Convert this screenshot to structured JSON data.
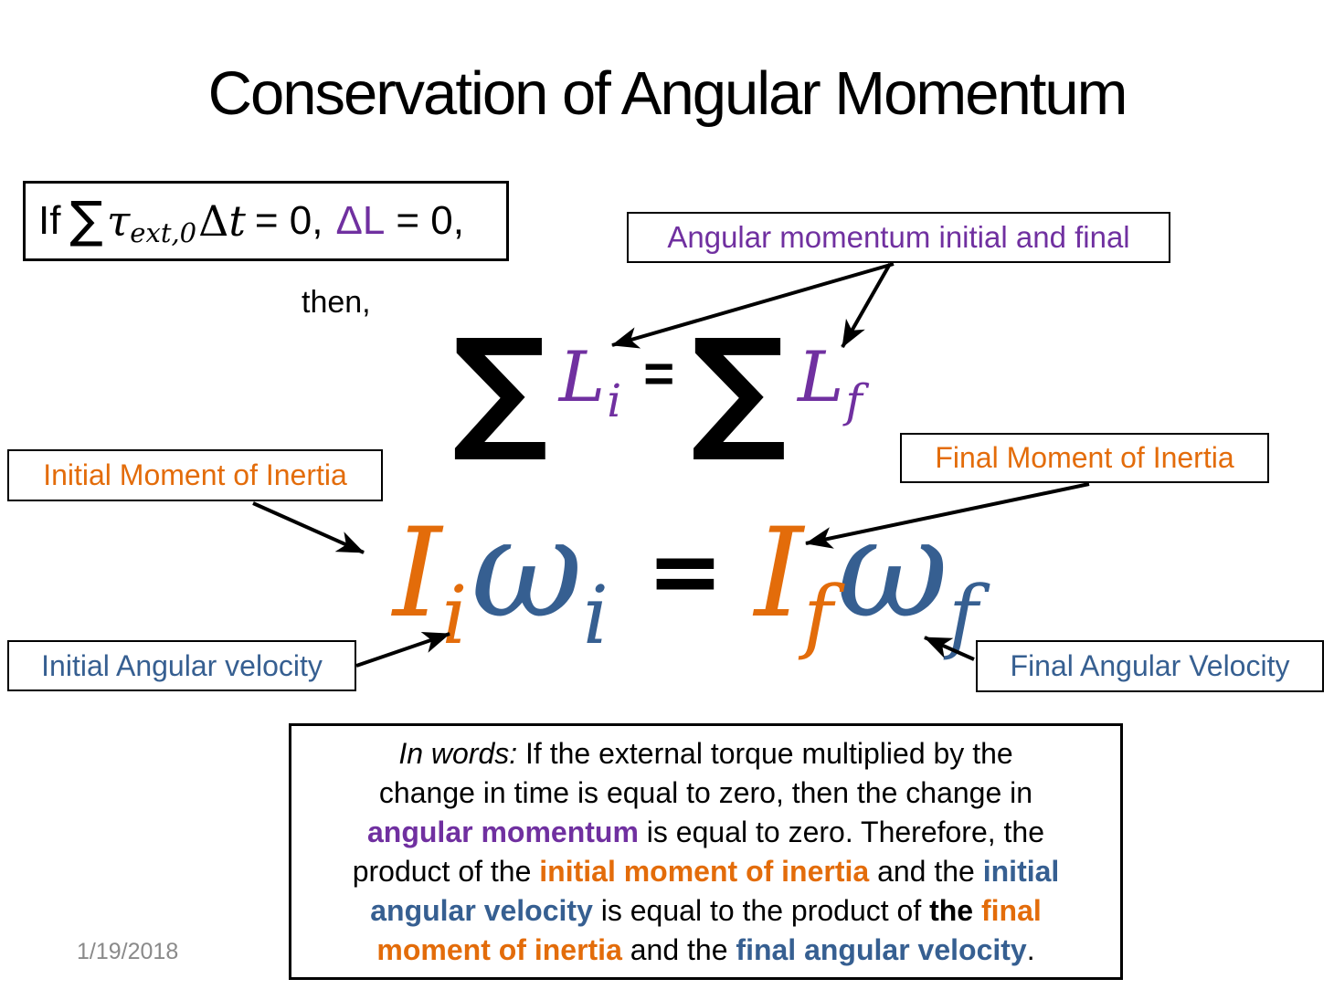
{
  "title": "Conservation of Angular Momentum",
  "date": "1/19/2018",
  "then_label": "then,",
  "condition_box": {
    "if": "If",
    "sum": "∑",
    "tau": "τ",
    "tau_sub": "ext,0",
    "delta": "Δ",
    "t": "t",
    "eq1": "= 0,",
    "delta_L": "ΔL",
    "eq2": "= 0,"
  },
  "labels": {
    "angular_momentum": "Angular momentum initial and final",
    "initial_moment_of_inertia": "Initial Moment of Inertia",
    "final_moment_of_inertia": "Final Moment of Inertia",
    "initial_angular_velocity": "Initial Angular velocity",
    "final_angular_velocity": "Final Angular Velocity"
  },
  "sum_equation": {
    "sum": "∑",
    "L": "L",
    "sub_i": "i",
    "equals": "=",
    "sub_f": "f"
  },
  "main_equation": {
    "I": "I",
    "omega": "ω",
    "sub_i": "i",
    "equals": "=",
    "sub_f": "f"
  },
  "in_words": [
    "In words:",
    " If the external torque multiplied by the\nchange in time is equal to zero, then the change in\n",
    "angular momentum",
    " is equal to zero. Therefore, the\nproduct of the ",
    "initial moment of inertia",
    " and the ",
    "initial\nangular velocity",
    " is equal to the product of ",
    "the ",
    "final\nmoment of inertia",
    " and the ",
    "final angular velocity",
    "."
  ],
  "colors": {
    "purple": "#7030A0",
    "orange": "#E36C0A",
    "blue": "#365F91",
    "date_gray": "#8A8A8A"
  }
}
